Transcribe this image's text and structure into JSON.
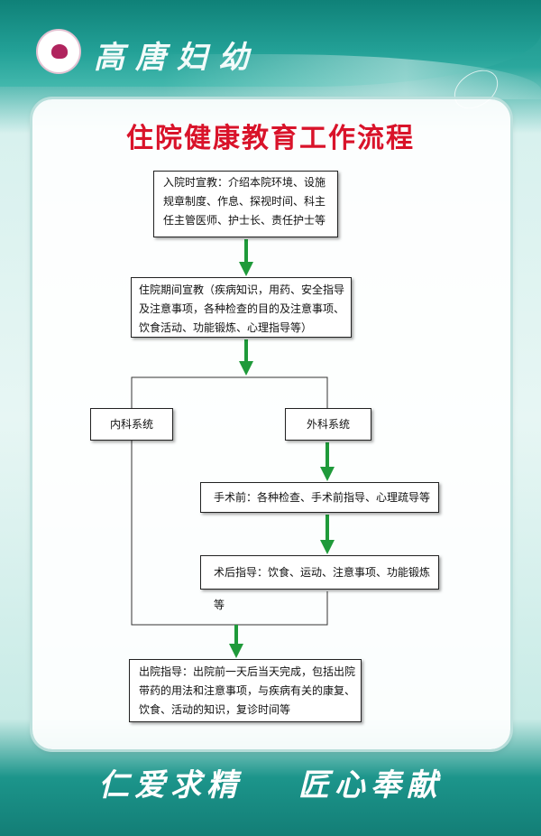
{
  "header": {
    "hospital_name": "高唐妇幼"
  },
  "title": "住院健康教育工作流程",
  "flow": {
    "admission": "入院时宣教：介绍本院环境、设施规章制度、作息、探视时间、科主任主管医师、护士长、责任护士等",
    "inpatient": "住院期间宣教（疾病知识，用药、安全指导及注意事项，各种检查的目的及注意事项、饮食活动、功能锻炼、心理指导等）",
    "internal": "内科系统",
    "surgery": "外科系统",
    "pre_op": "手术前：各种检查、手术前指导、心理疏导等",
    "post_op": "术后指导：饮食、运动、注意事项、功能锻炼等",
    "discharge": "出院指导：出院前一天后当天完成，包括出院带药的用法和注意事项，与疾病有关的康复、饮食、活动的知识，复诊时间等"
  },
  "slogan": {
    "left": "仁爱求精",
    "right": "匠心奉献"
  },
  "colors": {
    "teal": "#1a8f86",
    "title_red": "#d9132a",
    "arrow_green": "#1f9a3a"
  }
}
